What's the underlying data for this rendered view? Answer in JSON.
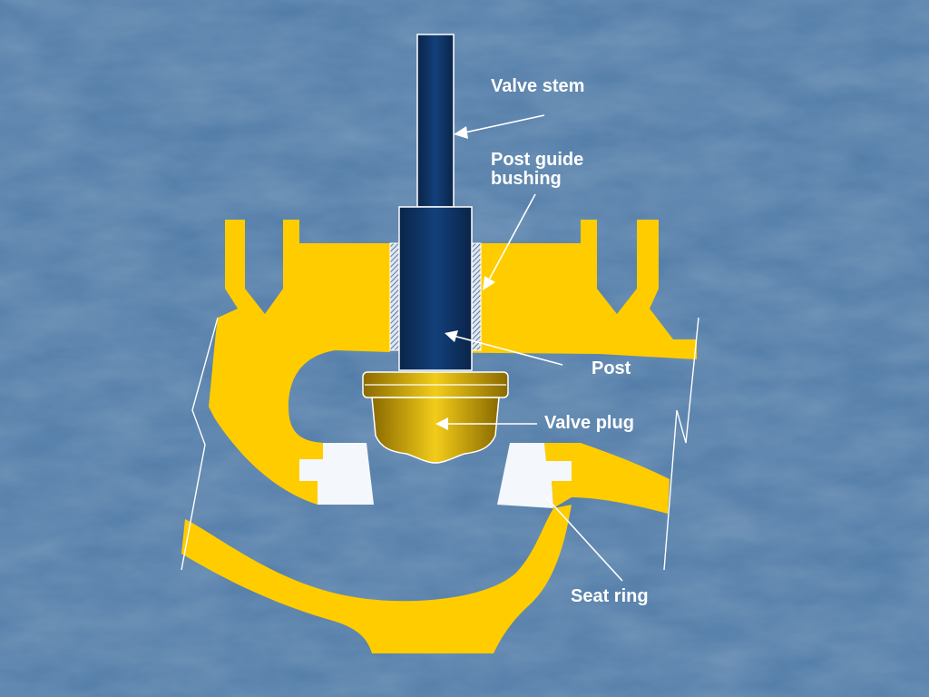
{
  "diagram": {
    "labels": {
      "valve_stem": "Valve stem",
      "post_guide_bushing_line1": "Post guide",
      "post_guide_bushing_line2": "bushing",
      "post": "Post",
      "valve_plug": "Valve plug",
      "seat_ring": "Seat ring"
    },
    "colors": {
      "background": "#4f7aa6",
      "body": "#ffcc00",
      "stem": "#0d2f5e",
      "plug": "#c9a200",
      "seat_ring": "#f4f7fb",
      "bushing": "#d9e3ef",
      "leader": "#ffffff"
    }
  }
}
